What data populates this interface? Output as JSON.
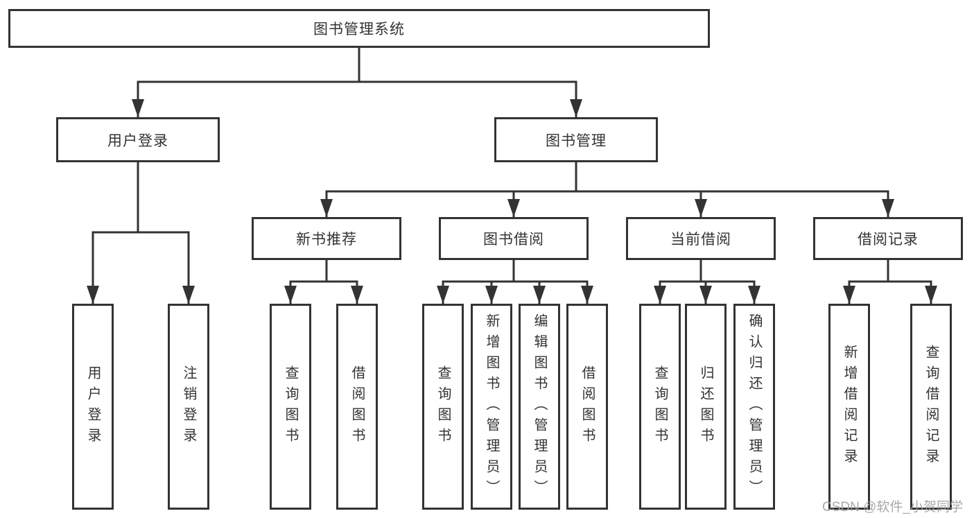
{
  "diagram": {
    "root": {
      "label": "图书管理系统"
    },
    "level2": {
      "user_login": {
        "label": "用户登录"
      },
      "book_management": {
        "label": "图书管理"
      }
    },
    "level3": {
      "new_book_recommend": {
        "label": "新书推荐"
      },
      "book_borrowing": {
        "label": "图书借阅"
      },
      "current_borrowing": {
        "label": "当前借阅"
      },
      "borrowing_records": {
        "label": "借阅记录"
      }
    },
    "leaves": {
      "user_login": [
        "用户登录",
        "注销登录"
      ],
      "new_book_recommend": [
        "查询图书",
        "借阅图书"
      ],
      "book_borrowing": [
        "查询图书",
        "新增图书（管理员）",
        "编辑图书（管理员）",
        "借阅图书"
      ],
      "current_borrowing": [
        "查询图书",
        "归还图书",
        "确认归还（管理员）"
      ],
      "borrowing_records": [
        "新增借阅记录",
        "查询借阅记录"
      ]
    },
    "colors": {
      "line": "#333333",
      "text": "#333333",
      "box_background": "#ffffff",
      "page_background": "#ffffff",
      "watermark": "#9e9e9e"
    }
  },
  "watermark": {
    "text": "CSDN @软件_小贺同学"
  }
}
